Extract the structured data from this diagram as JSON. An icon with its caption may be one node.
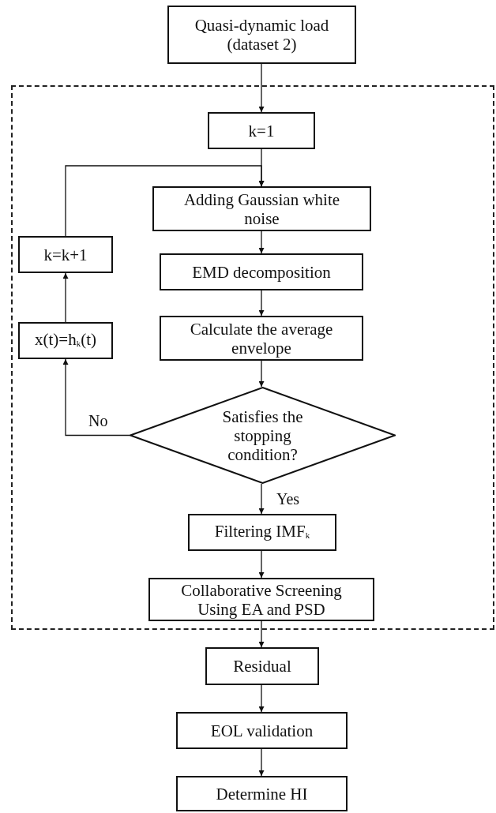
{
  "diagram": {
    "nodes": [
      {
        "text": [
          "Quasi-dynamic load (dataset 2)"
        ]
      },
      {
        "text": [],
        "shape": "box"
      },
      {
        "text": [
          "k=1"
        ],
        "in": 1
      },
      {
        "text": [
          "Adding Gaussian white noise"
        ],
        "in": 1
      },
      {
        "text": [
          "k=k+1"
        ],
        "in": 1
      },
      {
        "text": [
          "EMD decomposition"
        ],
        "in": 1
      },
      {
        "text": [
          "x(t)=h$_{k}$(t)"
        ],
        "in": 1
      },
      {
        "text": [
          "Calculate the average envelope"
        ],
        "in": 1
      },
      {
        "text": [
          "Satisfies the stopping condition?"
        ],
        "in": 1
      },
      {
        "text": [
          "Filtering IMF$_{k}$"
        ],
        "in": 1
      },
      {
        "text": [
          "Collaborative Screening Using EA and PSD"
        ],
        "in": 1
      },
      {
        "text": [
          "Residual"
        ]
      },
      {
        "text": [
          "EOL validation"
        ]
      },
      {
        "text": [
          "Determine HI"
        ]
      }
    ],
    "edges": [
      {
        "from": 0,
        "to": 2,
        "arrow": "to"
      },
      {
        "from": 2,
        "to": 3,
        "arrow": "to"
      },
      {
        "from": 3,
        "to": 5,
        "arrow": "to"
      },
      {
        "from": 5,
        "to": 7,
        "arrow": "to"
      },
      {
        "from": 7,
        "to": 8,
        "arrow": "to"
      },
      {
        "from": 8,
        "to": 6,
        "arrow": "to",
        "label": "No"
      },
      {
        "from": 6,
        "to": 4,
        "arrow": "to"
      },
      {
        "from": 4,
        "to": 3,
        "arrow": "to"
      },
      {
        "from": 8,
        "to": 9,
        "arrow": "to",
        "label": "Yes"
      },
      {
        "from": 9,
        "to": 10,
        "arrow": "to"
      },
      {
        "from": 10,
        "to": 11,
        "arrow": "to"
      },
      {
        "from": 11,
        "to": 12,
        "arrow": "to"
      },
      {
        "from": 12,
        "to": 13,
        "arrow": "to"
      }
    ]
  }
}
